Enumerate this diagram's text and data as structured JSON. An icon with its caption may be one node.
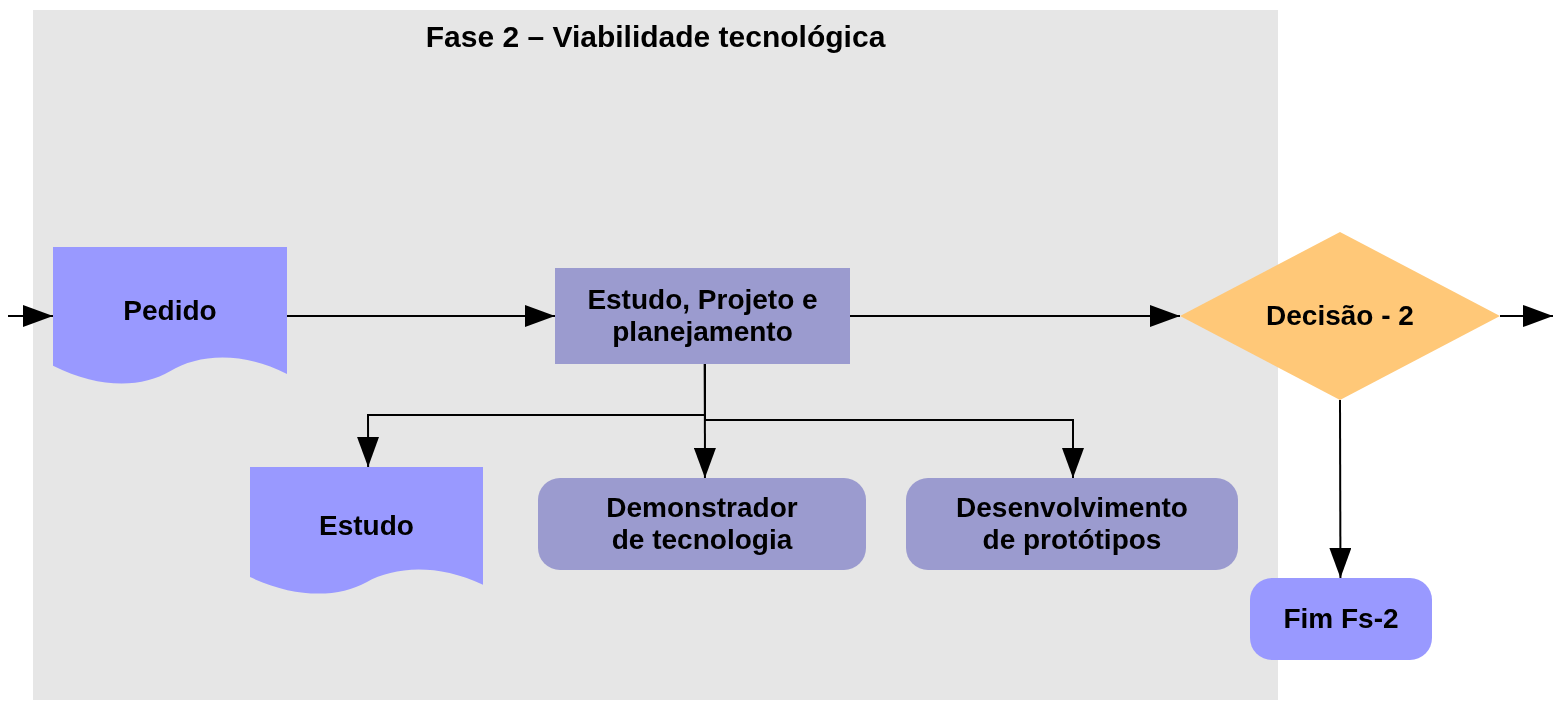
{
  "diagram": {
    "nodes": [
      {
        "text": [
          "Fase 2 – Viabilidade tecnológica"
        ]
      },
      {
        "text": [
          "Pedido"
        ],
        "in": 0
      },
      {
        "text": [
          "Estudo, Projeto e planejamento"
        ],
        "in": 0
      },
      {
        "text": [
          "Decisão - 2"
        ]
      },
      {
        "text": [
          "Estudo"
        ],
        "in": 0
      },
      {
        "text": [
          "Demonstrador de tecnologia"
        ],
        "in": 0
      },
      {
        "text": [
          "Desenvolvimento de protótipos"
        ],
        "in": 0
      },
      {
        "text": [
          "Fim Fs-2"
        ]
      }
    ],
    "edges": [
      {
        "from": null,
        "to": 1,
        "arrow": "to"
      },
      {
        "from": 1,
        "to": 2,
        "arrow": "to"
      },
      {
        "from": 2,
        "to": 3,
        "arrow": "to"
      },
      {
        "from": 3,
        "to": null,
        "arrow": "to"
      },
      {
        "from": 2,
        "to": 4,
        "arrow": "to"
      },
      {
        "from": 2,
        "to": 5,
        "arrow": "to"
      },
      {
        "from": 2,
        "to": 6,
        "arrow": "to"
      },
      {
        "from": 3,
        "to": 7,
        "arrow": "to"
      }
    ]
  }
}
